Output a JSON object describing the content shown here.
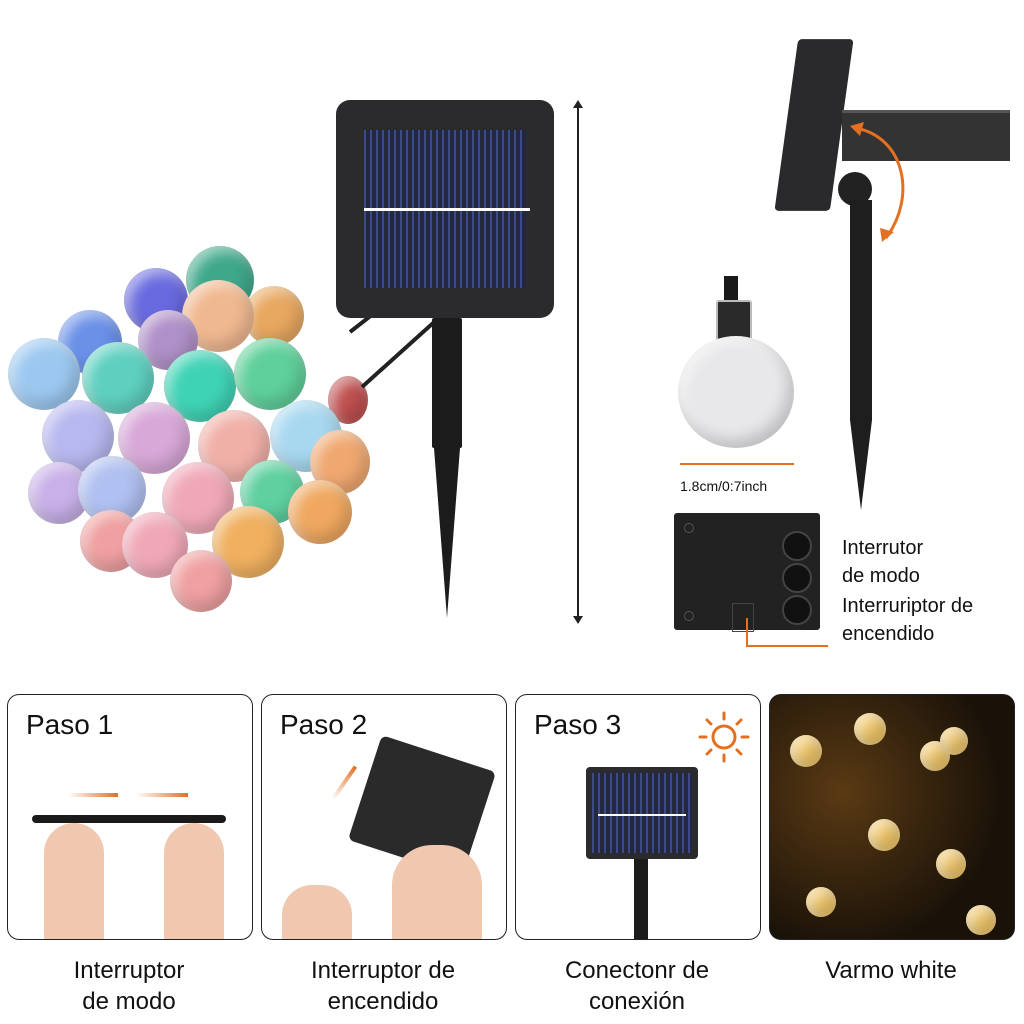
{
  "product": {
    "bulb_size_label": "1.8cm/0:7inch",
    "control_box_labels": {
      "mode_switch": "Interrutor\nde modo",
      "power_switch": "Interruriptor de\nencendido"
    }
  },
  "steps": [
    {
      "title": "Paso 1",
      "caption_line1": "Interruptor",
      "caption_line2": "de modo"
    },
    {
      "title": "Paso 2",
      "caption_line1": "Interruptor de",
      "caption_line2": "encendido"
    },
    {
      "title": "Paso 3",
      "caption_line1": "Conectonr de",
      "caption_line2": "conexión",
      "icon": "sun-icon"
    },
    {
      "title": "",
      "caption_line1": "Varmo white",
      "caption_line2": ""
    }
  ],
  "colors": {
    "accent": "#e27022",
    "panel": "#2b2b2d",
    "cell_blue": "#3a4a8a",
    "warm_light": "#f2c86a"
  },
  "bulb_colors": [
    "#8fd6f0",
    "#6aa0f0",
    "#3fd3b5",
    "#e8a8c8",
    "#f0b070",
    "#b090e0",
    "#5fd0a0",
    "#f0c090",
    "#d0a0e0",
    "#f09a9a",
    "#7ab0f0",
    "#c05050"
  ]
}
